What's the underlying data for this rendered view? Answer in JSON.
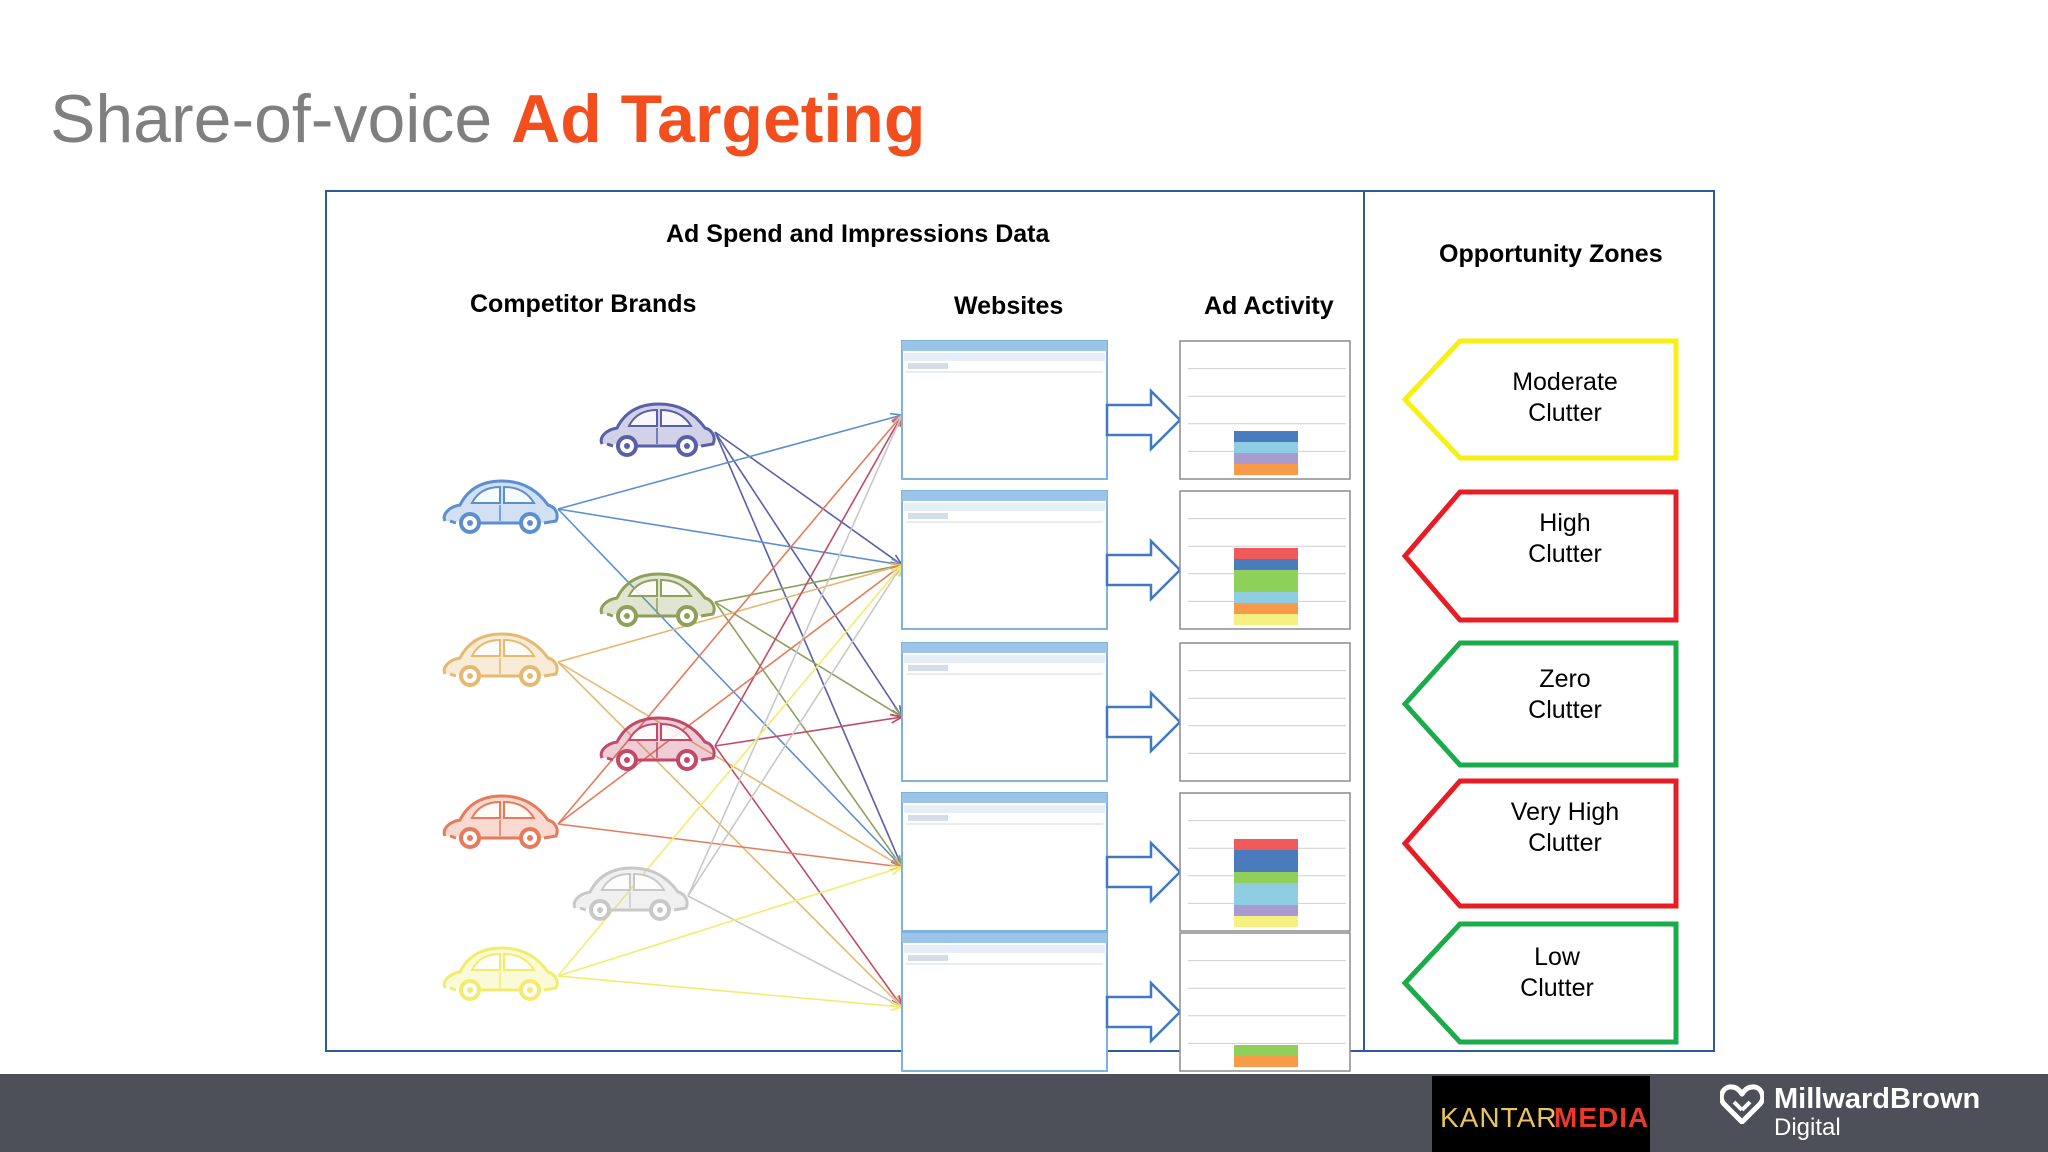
{
  "title": {
    "plain": "Share-of-voice ",
    "accent": "Ad Targeting"
  },
  "panel": {
    "heading": "Ad Spend and Impressions Data",
    "brands_label": "Competitor Brands",
    "websites_label": "Websites",
    "activity_label": "Ad Activity"
  },
  "zones": {
    "heading": "Opportunity Zones",
    "items": [
      {
        "line1": "Moderate",
        "line2": "Clutter",
        "color": "#f7ef16"
      },
      {
        "line1": "High",
        "line2": "Clutter",
        "color": "#e81c24"
      },
      {
        "line1": "Zero",
        "line2": "Clutter",
        "color": "#1aab4b"
      },
      {
        "line1": "Very High",
        "line2": "Clutter",
        "color": "#e81c24"
      },
      {
        "line1": "Low",
        "line2": "Clutter",
        "color": "#1aab4b"
      }
    ]
  },
  "brands": [
    {
      "color": "#5a5fa8",
      "icon": "car-icon"
    },
    {
      "color": "#5b8fd1",
      "icon": "car-icon"
    },
    {
      "color": "#8fa05a",
      "icon": "car-icon"
    },
    {
      "color": "#e6b870",
      "icon": "car-icon"
    },
    {
      "color": "#c14a6a",
      "icon": "car-icon"
    },
    {
      "color": "#e67a5a",
      "icon": "car-icon"
    },
    {
      "color": "#c8c8c8",
      "icon": "car-icon"
    },
    {
      "color": "#f2ec6e",
      "icon": "car-icon"
    }
  ],
  "activity_colors": {
    "orange": "#f79a4a",
    "purple": "#a99ad0",
    "lightblue": "#8fcde2",
    "blue": "#4a7bbd",
    "red": "#f05a5a",
    "green": "#8ed05a",
    "yellow": "#f6f080"
  },
  "logos": {
    "kantar_1": "KANTAR",
    "kantar_2": "MEDIA",
    "millward_1": "MillwardBrown",
    "millward_2": "Digital"
  }
}
